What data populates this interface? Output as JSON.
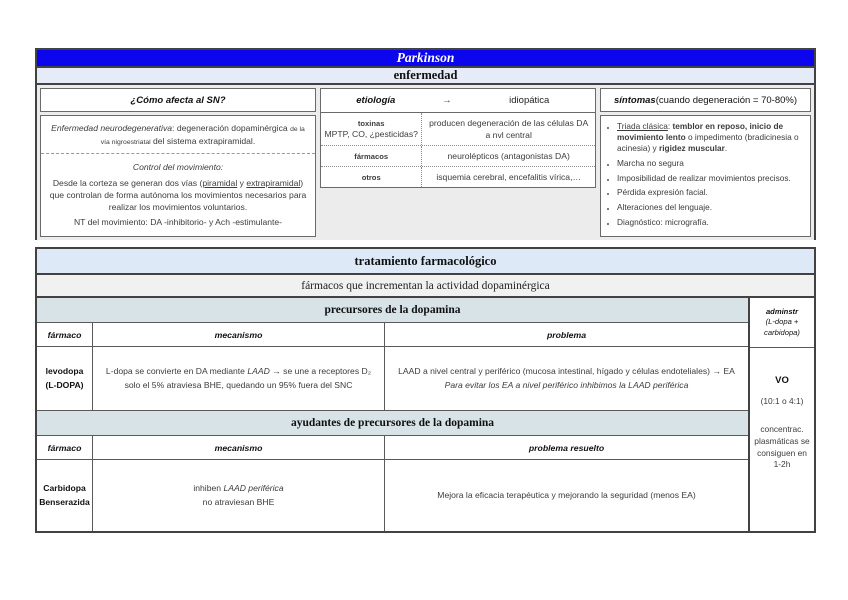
{
  "colors": {
    "title_blue": "#0b06ee",
    "band_lavender": "#e6ebf8",
    "band_blue": "#dde9f6",
    "band_gray": "#f1f1f1",
    "band_teal": "#d7e3e7"
  },
  "table1": {
    "title": "Parkinson",
    "band": "enfermedad",
    "left": {
      "header": "¿Cómo afecta al SN?",
      "row1": {
        "p1": "Enfermedad neurodegenerativa",
        "p2": ": degeneración dopaminérgica ",
        "p3_small": "de la vía nigroestriatal",
        "p4": " del sistema extrapiramidal."
      },
      "row2": {
        "heading": "Control del movimiento:",
        "p1": "Desde la corteza se generan dos vías (",
        "u1": "piramidal",
        "p2": " y ",
        "u2": "extrapiramidal",
        "p3": ") que controlan de forma autónoma los movimientos necesarios para realizar los movimientos voluntarios.",
        "nt": "NT del movimiento: DA -inhibitorio- y Ach -estimulante-"
      }
    },
    "etiologia": {
      "header": "etiología",
      "arrow": "→",
      "header_value": "idiopática",
      "rows": [
        {
          "label": "toxinas",
          "label2": "MPTP, CO, ¿pesticidas?",
          "value": "producen degeneración de las células DA a nvl central"
        },
        {
          "label": "fármacos",
          "value": "neurolépticos (antagonistas DA)"
        },
        {
          "label": "otros",
          "value": "isquemia cerebral, encefalitis vírica,…"
        }
      ]
    },
    "sintomas": {
      "header_em": "síntomas",
      "header_rest": " (cuando degeneración = 70-80%)",
      "b1": {
        "u": "Triada clásica",
        "p1": ": ",
        "bold1": "temblor en reposo, inicio de movimiento lento",
        "p2": " o impedimento (bradicinesia o acinesia) y ",
        "bold2": "rigidez muscular",
        "p3": "."
      },
      "bullets": [
        "Marcha no segura",
        "Imposibilidad de realizar movimientos precisos.",
        "Pérdida expresión facial.",
        "Alteraciones del lenguaje.",
        "Diagnóstico: micrografía."
      ]
    }
  },
  "table2": {
    "title": "tratamiento farmacológico",
    "subtitle": "fármacos que incrementan la actividad dopaminérgica",
    "group1": {
      "header": "precursores de la dopamina",
      "cols": [
        "fármaco",
        "mecanismo",
        "problema"
      ],
      "drug1": "levodopa",
      "drug2": "(L-DOPA)",
      "mech_p1": "L-dopa se convierte en DA mediante ",
      "mech_i": "LAAD",
      "mech_p2": " → se une a receptores D₂",
      "mech_l2": "solo el 5% atraviesa BHE, quedando un 95% fuera del SNC",
      "prob_l1": "LAAD a nivel central y periférico (mucosa intestinal, hígado y células endoteliales) → EA",
      "prob_l2": "Para evitar los EA a nivel periférico inhibimos la LAAD periférica"
    },
    "group2": {
      "header": "ayudantes de precursores de la dopamina",
      "cols": [
        "fármaco",
        "mecanismo",
        "problema resuelto"
      ],
      "drug1": "Carbidopa",
      "drug2": "Benserazida",
      "mech_p1": "inhiben ",
      "mech_i": "LAAD periférica",
      "mech_l2": "no atraviesan BHE",
      "prob": "Mejora la eficacia terapéutica y mejorando la seguridad (menos EA)"
    },
    "admin": {
      "h1": "adminstr",
      "h2": "(L-dopa +",
      "h3": "carbidopa)",
      "vo": "VO",
      "ratio": "(10:1 o 4:1)",
      "conc": "concentrac. plasmáticas se consiguen en 1-2h"
    }
  }
}
